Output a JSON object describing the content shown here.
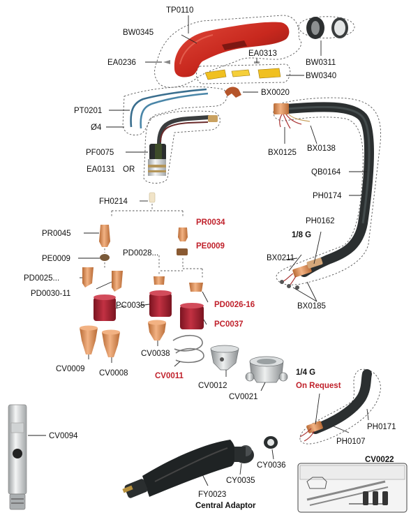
{
  "colors": {
    "red_label": "#c0212b",
    "handle_red": "#c8281e",
    "cable_dark": "#2b2f30",
    "copper": "#d98a50",
    "insulator_red": "#a51d2c",
    "amber": "#f0c020"
  },
  "labels": {
    "tp0110": "TP0110",
    "bw0345": "BW0345",
    "ea0236": "EA0236",
    "ea0313": "EA0313",
    "bw0311": "BW0311",
    "bw0340": "BW0340",
    "bx0020": "BX0020",
    "pt0201": "PT0201",
    "d4": "Ø4",
    "bx0125": "BX0125",
    "bx0138": "BX0138",
    "pf0075": "PF0075",
    "ea0131": "EA0131",
    "or": "OR",
    "qb0164": "QB0164",
    "ph0174": "PH0174",
    "fh0214": "FH0214",
    "pr0045": "PR0045",
    "pr0034": "PR0034",
    "ph0162": "PH0162",
    "g18": "1/8 G",
    "pe0009_left": "PE0009",
    "pd0028": "PD0028...",
    "pe0009_right": "PE0009",
    "bx0211": "BX0211",
    "pd0025": "PD0025...",
    "pd0030": "PD0030-11",
    "pc0035": "PC0035",
    "pd0026": "PD0026-16",
    "bx0185": "BX0185",
    "pc0037": "PC0037",
    "cv0009": "CV0009",
    "cv0008": "CV0008",
    "cv0038": "CV0038",
    "cv0011": "CV0011",
    "cv0012": "CV0012",
    "cv0021": "CV0021",
    "g14": "1/4 G",
    "on_request": "On Request",
    "ph0171": "PH0171",
    "ph0107": "PH0107",
    "cv0094": "CV0094",
    "cy0036": "CY0036",
    "cy0035": "CY0035",
    "fy0023": "FY0023",
    "central_adaptor": "Central Adaptor",
    "cv0022": "CV0022"
  }
}
